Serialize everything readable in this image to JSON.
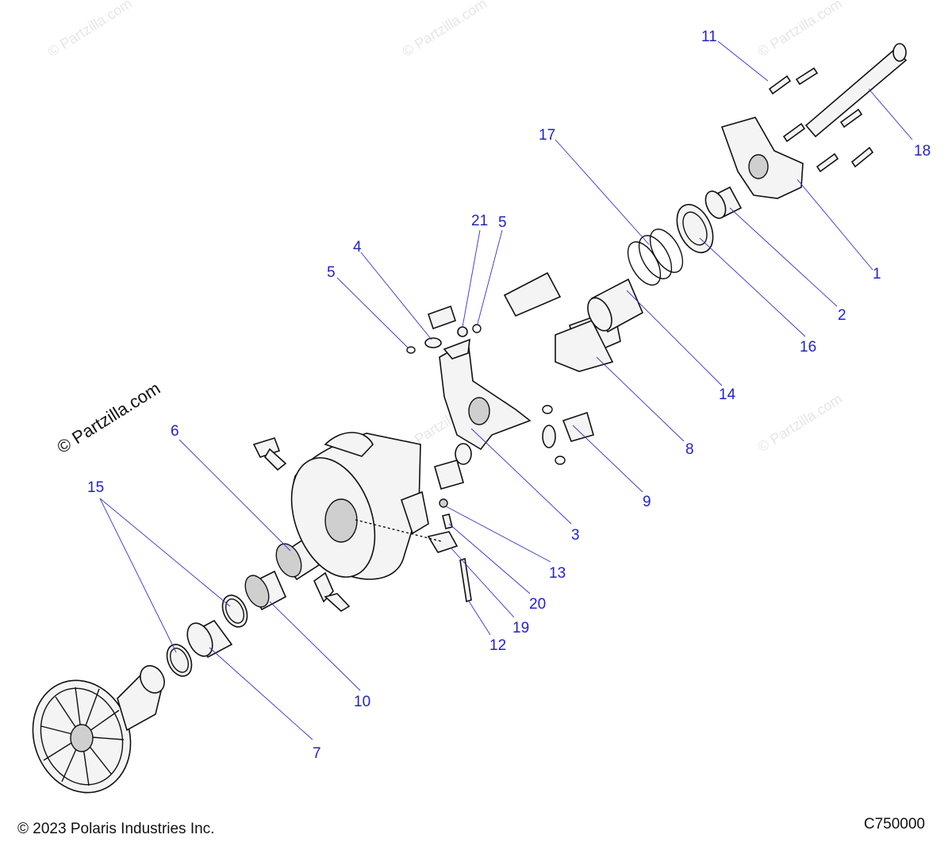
{
  "watermark": {
    "text": "© Partzilla.com",
    "prominent_text": "© Partzilla.com"
  },
  "callouts": [
    {
      "id": "c1",
      "label": "1"
    },
    {
      "id": "c2",
      "label": "2"
    },
    {
      "id": "c3",
      "label": "3"
    },
    {
      "id": "c4",
      "label": "4"
    },
    {
      "id": "c5a",
      "label": "5"
    },
    {
      "id": "c5b",
      "label": "5"
    },
    {
      "id": "c6",
      "label": "6"
    },
    {
      "id": "c7",
      "label": "7"
    },
    {
      "id": "c8",
      "label": "8"
    },
    {
      "id": "c9",
      "label": "9"
    },
    {
      "id": "c10",
      "label": "10"
    },
    {
      "id": "c11",
      "label": "11"
    },
    {
      "id": "c12",
      "label": "12"
    },
    {
      "id": "c13",
      "label": "13"
    },
    {
      "id": "c14",
      "label": "14"
    },
    {
      "id": "c15",
      "label": "15"
    },
    {
      "id": "c16",
      "label": "16"
    },
    {
      "id": "c17",
      "label": "17"
    },
    {
      "id": "c18",
      "label": "18"
    },
    {
      "id": "c19",
      "label": "19"
    },
    {
      "id": "c20",
      "label": "20"
    },
    {
      "id": "c21",
      "label": "21"
    }
  ],
  "footer": {
    "copyright": "© 2023 Polaris Industries Inc.",
    "diagram_code": "C750000"
  },
  "colors": {
    "callout": "#2222cc",
    "line_art": "#111111",
    "watermark": "#e6e6e6"
  }
}
